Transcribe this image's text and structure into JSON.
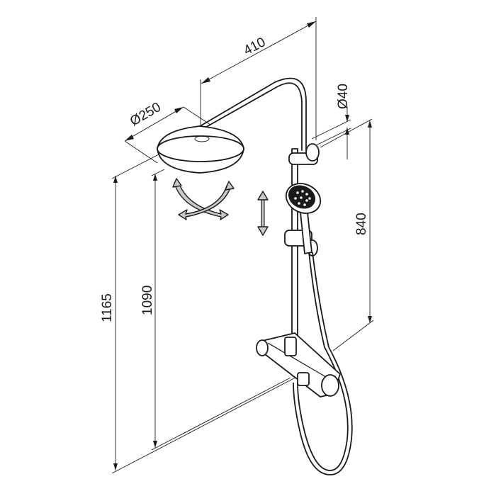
{
  "dimensions": {
    "arm_length": "410",
    "head_diameter": "Ø250",
    "rail_diameter": "Ø40",
    "rail_height": "840",
    "total_height": "1165",
    "head_height": "1090"
  },
  "colors": {
    "line": "#1a1a1a",
    "arrow_fill": "#c9c9c9",
    "background": "#ffffff"
  }
}
